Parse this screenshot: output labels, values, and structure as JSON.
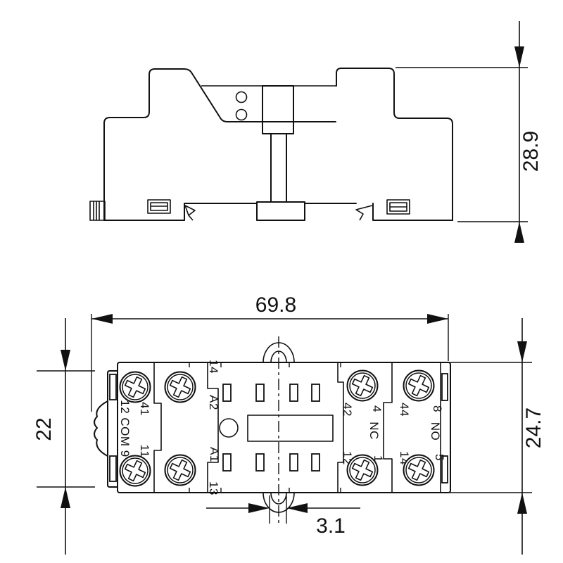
{
  "drawing": {
    "dimensions": {
      "side_height": "28.9",
      "overall_width": "69.8",
      "left_height": "22",
      "right_height": "24.7",
      "notch_width": "3.1"
    },
    "terminals": {
      "outer_top": "41",
      "outer_mid": "12 COM 9",
      "outer_bottom": "11",
      "coil_pin_top": "14",
      "coil_top": "A2",
      "coil_bottom": "A1",
      "coil_pin_bottom": "13",
      "nc_top": "42",
      "nc_pin_top": "4",
      "nc_label": "NC",
      "nc_bottom": "12",
      "nc_pin_bottom": "1",
      "no_top": "44",
      "no_pin_top": "8",
      "no_label": "NO",
      "no_bottom": "14",
      "no_pin_bottom": "5"
    }
  }
}
